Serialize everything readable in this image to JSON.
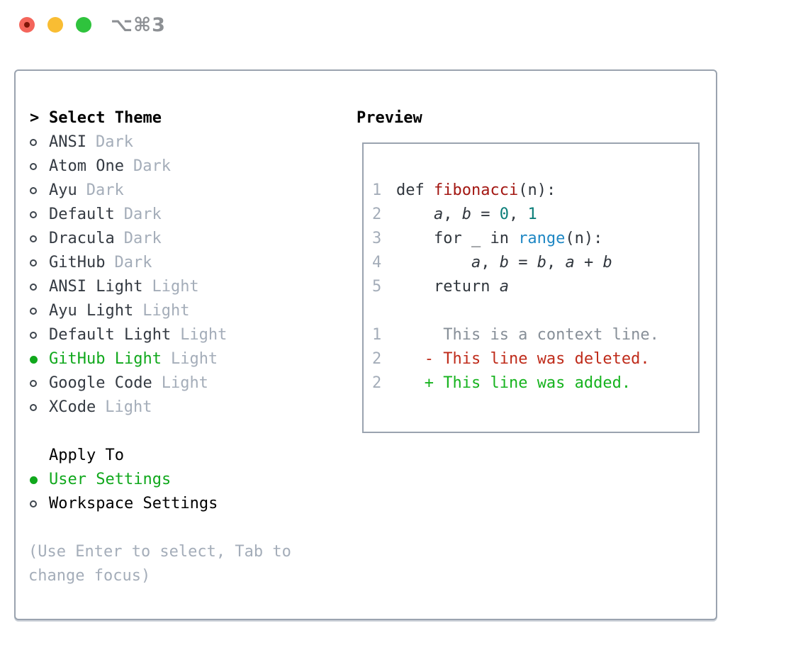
{
  "window": {
    "title": "⌥⌘3"
  },
  "theme_picker": {
    "prompt": ">",
    "title": "Select Theme",
    "themes": [
      {
        "name": "ANSI",
        "variant": "Dark",
        "selected": false
      },
      {
        "name": "Atom One",
        "variant": "Dark",
        "selected": false
      },
      {
        "name": "Ayu",
        "variant": "Dark",
        "selected": false
      },
      {
        "name": "Default",
        "variant": "Dark",
        "selected": false
      },
      {
        "name": "Dracula",
        "variant": "Dark",
        "selected": false
      },
      {
        "name": "GitHub",
        "variant": "Dark",
        "selected": false
      },
      {
        "name": "ANSI Light",
        "variant": "Light",
        "selected": false
      },
      {
        "name": "Ayu Light",
        "variant": "Light",
        "selected": false
      },
      {
        "name": "Default Light",
        "variant": "Light",
        "selected": false
      },
      {
        "name": "GitHub Light",
        "variant": "Light",
        "selected": true
      },
      {
        "name": "Google Code",
        "variant": "Light",
        "selected": false
      },
      {
        "name": "XCode",
        "variant": "Light",
        "selected": false
      }
    ],
    "apply_to": {
      "title": "Apply To",
      "options": [
        {
          "label": "User Settings",
          "selected": true
        },
        {
          "label": "Workspace Settings",
          "selected": false
        }
      ]
    },
    "hint": [
      "(Use Enter to select, Tab to",
      "change focus)"
    ]
  },
  "preview": {
    "title": "Preview",
    "code": [
      {
        "n": "1",
        "tokens": [
          {
            "t": "def ",
            "s": "keyword"
          },
          {
            "t": "fibonacci",
            "s": "function"
          },
          {
            "t": "(n):",
            "s": "plain"
          }
        ]
      },
      {
        "n": "2",
        "tokens": [
          {
            "t": "    ",
            "s": "plain"
          },
          {
            "t": "a",
            "s": "variable"
          },
          {
            "t": ", ",
            "s": "plain"
          },
          {
            "t": "b",
            "s": "variable"
          },
          {
            "t": " = ",
            "s": "plain"
          },
          {
            "t": "0",
            "s": "number"
          },
          {
            "t": ", ",
            "s": "plain"
          },
          {
            "t": "1",
            "s": "number"
          }
        ]
      },
      {
        "n": "3",
        "tokens": [
          {
            "t": "    for _ in ",
            "s": "plain"
          },
          {
            "t": "range",
            "s": "builtin"
          },
          {
            "t": "(n):",
            "s": "plain"
          }
        ]
      },
      {
        "n": "4",
        "tokens": [
          {
            "t": "        ",
            "s": "plain"
          },
          {
            "t": "a",
            "s": "variable"
          },
          {
            "t": ", ",
            "s": "plain"
          },
          {
            "t": "b",
            "s": "variable"
          },
          {
            "t": " = ",
            "s": "plain"
          },
          {
            "t": "b",
            "s": "variable"
          },
          {
            "t": ", ",
            "s": "plain"
          },
          {
            "t": "a",
            "s": "variable"
          },
          {
            "t": " + ",
            "s": "plain"
          },
          {
            "t": "b",
            "s": "variable"
          }
        ]
      },
      {
        "n": "5",
        "tokens": [
          {
            "t": "    return ",
            "s": "plain"
          },
          {
            "t": "a",
            "s": "variable"
          }
        ]
      }
    ],
    "diff": [
      {
        "n": "1",
        "tokens": [
          {
            "t": "     This is a context line.",
            "s": "context"
          }
        ]
      },
      {
        "n": "2",
        "tokens": [
          {
            "t": "   ",
            "s": "plain"
          },
          {
            "t": "- This line was deleted.",
            "s": "deleted"
          }
        ]
      },
      {
        "n": "2",
        "tokens": [
          {
            "t": "   ",
            "s": "plain"
          },
          {
            "t": "+ This line was added.",
            "s": "added"
          }
        ]
      }
    ]
  },
  "colors": {
    "accent_green": "#10a81c",
    "added_green": "#16b31e",
    "deleted_red": "#bf2b1a",
    "function_red": "#a31712",
    "builtin_blue": "#1e87c4",
    "number_teal": "#0c7e79",
    "muted_gray": "#a4adb9",
    "border_gray": "#9aa3af",
    "traffic_red": "#f4655b",
    "traffic_yellow": "#f9bd33",
    "traffic_green": "#2fc33d"
  }
}
